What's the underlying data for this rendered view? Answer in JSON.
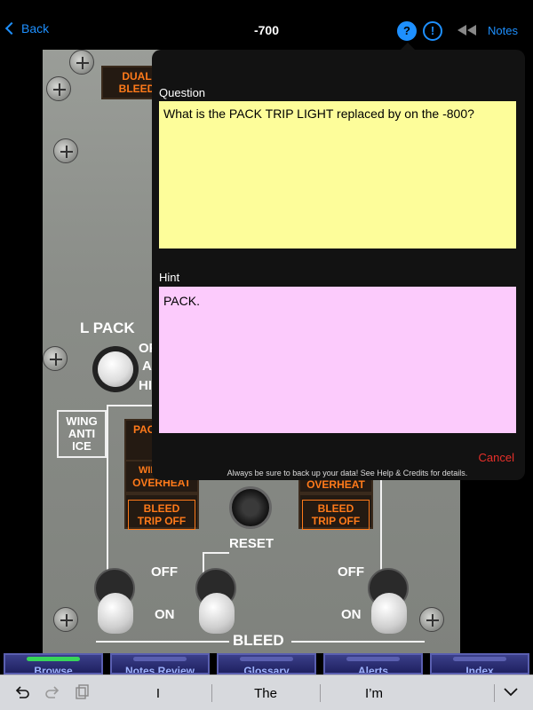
{
  "nav": {
    "back_label": "Back",
    "title": "-700",
    "help_icon": "question-circle-icon",
    "help_glyph": "?",
    "alert_icon": "exclamation-circle-icon",
    "alert_glyph": "!",
    "rewind_icon": "rewind-icon",
    "notes_label": "Notes",
    "accent": "#1e90ff"
  },
  "panel": {
    "dual_bleed": [
      "DUAL",
      "BLEED"
    ],
    "l_pack": "L PACK",
    "knob_positions": [
      "OFF",
      "AUTO",
      "HIGH"
    ],
    "wing_anti_ice": [
      "WING",
      "ANTI",
      "ICE"
    ],
    "left_pack_annun": "PACK",
    "left_wing_overheat": [
      "WING-BODY",
      "OVERHEAT"
    ],
    "left_bleed_trip": [
      "BLEED",
      "TRIP OFF"
    ],
    "right_overheat": "OVERHEAT",
    "right_bleed_trip": [
      "BLEED",
      "TRIP OFF"
    ],
    "reset": "RESET",
    "off_1": "OFF",
    "off_2": "OFF",
    "on_1": "ON",
    "on_2": "ON",
    "bleed": "BLEED",
    "annunciator_color": "#ff7a1a"
  },
  "popover": {
    "question_label": "Question",
    "question_text": "What is the PACK TRIP LIGHT replaced by on the -800?",
    "hint_label": "Hint",
    "hint_text": "PACK.",
    "cancel_label": "Cancel",
    "footer": "Always be sure to back up your data!  See Help & Credits for details.",
    "question_bg": "#fdfd9a",
    "hint_bg": "#fccbfc",
    "cancel_color": "#e8302a"
  },
  "tabs": [
    {
      "label": "Browse",
      "active": true
    },
    {
      "label": "Notes Review",
      "active": false
    },
    {
      "label": "Glossary",
      "active": false
    },
    {
      "label": "Alerts",
      "active": false
    },
    {
      "label": "Index",
      "active": false
    }
  ],
  "keyboard": {
    "suggestions": [
      "I",
      "The",
      "I’m"
    ],
    "undo_icon": "undo-icon",
    "redo_icon": "redo-icon",
    "paste_icon": "paste-icon",
    "collapse_icon": "chevron-down-icon"
  }
}
